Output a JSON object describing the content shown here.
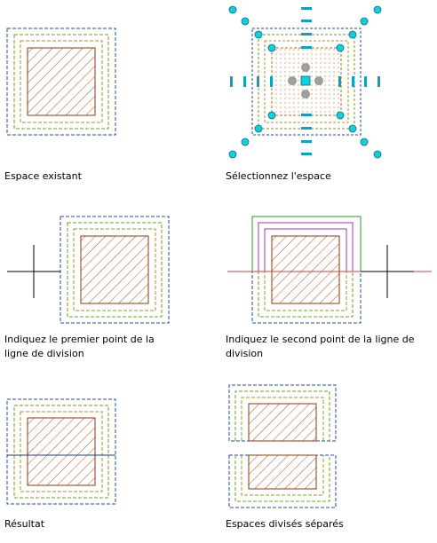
{
  "colors": {
    "outer_boundary": "#1f4e9c",
    "offset_green": "#7a9a1f",
    "offset_olive": "#9a9a2a",
    "offset_orange": "#b07010",
    "hatch": "#b0521f",
    "hatch_border": "#8a3a12",
    "grip": "#10d0e0",
    "grip_gray": "#a0a0a0",
    "division_line": "#d04040",
    "crosshair": "#000000",
    "green_highlight": "#2a9a2a",
    "magenta_highlight": "#b030b0",
    "split_line": "#1f3e7c"
  },
  "steps": [
    {
      "caption": "Espace existant"
    },
    {
      "caption": "Sélectionnez l'espace"
    },
    {
      "caption": "Indiquez le premier point de la ligne de division"
    },
    {
      "caption": "Indiquez le second point de la ligne de division"
    },
    {
      "caption": "Résultat"
    },
    {
      "caption": "Espaces divisés séparés"
    }
  ]
}
